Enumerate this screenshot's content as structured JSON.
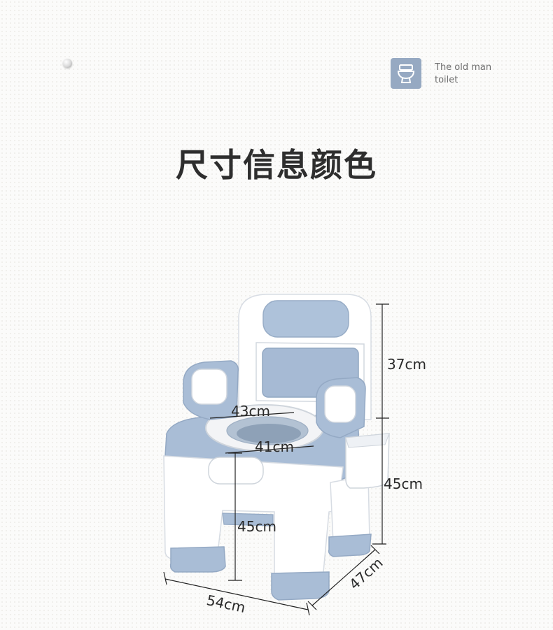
{
  "brand": {
    "icon": "toilet-icon",
    "line1": "The old man",
    "line2": "toilet"
  },
  "title": "尺寸信息颜色",
  "dimensions": {
    "back_height": "37cm",
    "base_height": "45cm",
    "seat_height": "45cm",
    "seat_outer_width": "43cm",
    "seat_inner_width": "41cm",
    "width": "54cm",
    "depth": "47cm"
  },
  "colors": {
    "accent_blue": "#a9bdd6",
    "brand_tile": "#96a9c2",
    "body_white": "#ffffff",
    "title_text": "#2e2e2e"
  }
}
